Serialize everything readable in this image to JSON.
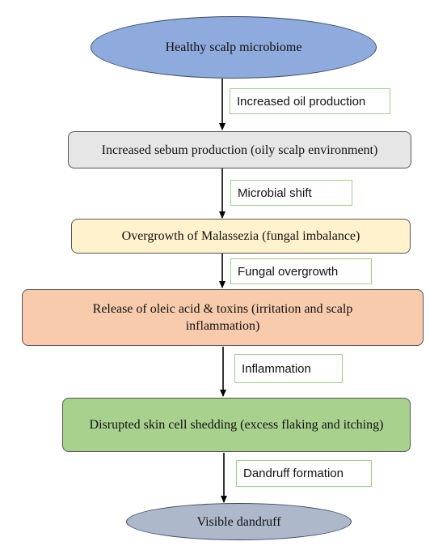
{
  "nodes": {
    "healthy": "Healthy scalp microbiome",
    "sebum": "Increased sebum production (oily scalp environment)",
    "malassezia": "Overgrowth of Malassezia (fungal imbalance)",
    "oleic": "Release of oleic acid & toxins (irritation and scalp inflammation)",
    "shedding": "Disrupted skin cell shedding (excess flaking and itching)",
    "dandruff": "Visible dandruff"
  },
  "edges": {
    "oil": "Increased oil production",
    "microbial": "Microbial shift",
    "fungal": "Fungal overgrowth",
    "inflammation": "Inflammation",
    "formation": "Dandruff formation"
  },
  "colors": {
    "healthy_fill": "#8faadc",
    "sebum_fill": "#e7e6e6",
    "malassezia_fill": "#fff2cc",
    "oleic_fill": "#f8cbad",
    "shedding_fill": "#a9d18e",
    "dandruff_fill": "#adb9ca",
    "label_border": "#9ccf8a",
    "arrow": "#000000"
  }
}
